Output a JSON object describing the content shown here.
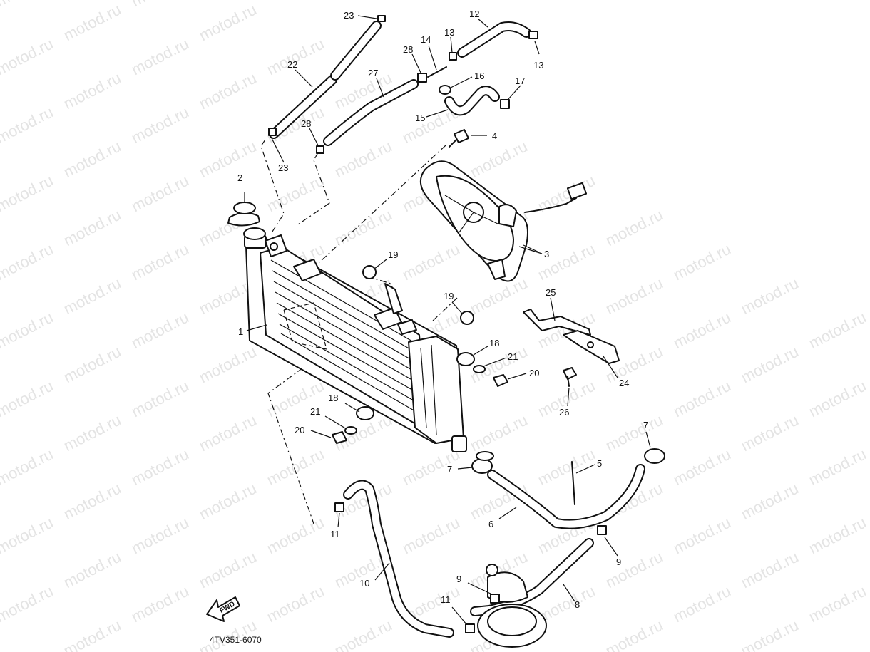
{
  "watermark": "motod.ru",
  "diagram_code": "4TV351-6070",
  "fwd_label": "FWD",
  "labels": [
    {
      "id": "n23a",
      "text": "23"
    },
    {
      "id": "n12",
      "text": "12"
    },
    {
      "id": "n13a",
      "text": "13"
    },
    {
      "id": "n14",
      "text": "14"
    },
    {
      "id": "n28a",
      "text": "28"
    },
    {
      "id": "n13b",
      "text": "13"
    },
    {
      "id": "n22",
      "text": "22"
    },
    {
      "id": "n27",
      "text": "27"
    },
    {
      "id": "n16",
      "text": "16"
    },
    {
      "id": "n17",
      "text": "17"
    },
    {
      "id": "n15",
      "text": "15"
    },
    {
      "id": "n28b",
      "text": "28"
    },
    {
      "id": "n4",
      "text": "4"
    },
    {
      "id": "n23b",
      "text": "23"
    },
    {
      "id": "n2",
      "text": "2"
    },
    {
      "id": "n3",
      "text": "3"
    },
    {
      "id": "n19a",
      "text": "19"
    },
    {
      "id": "n19b",
      "text": "19"
    },
    {
      "id": "n25",
      "text": "25"
    },
    {
      "id": "n1",
      "text": "1"
    },
    {
      "id": "n18a",
      "text": "18"
    },
    {
      "id": "n21a",
      "text": "21"
    },
    {
      "id": "n20a",
      "text": "20"
    },
    {
      "id": "n24",
      "text": "24"
    },
    {
      "id": "n18b",
      "text": "18"
    },
    {
      "id": "n21b",
      "text": "21"
    },
    {
      "id": "n26",
      "text": "26"
    },
    {
      "id": "n20b",
      "text": "20"
    },
    {
      "id": "n7a",
      "text": "7"
    },
    {
      "id": "n5",
      "text": "5"
    },
    {
      "id": "n7b",
      "text": "7"
    },
    {
      "id": "n11a",
      "text": "11"
    },
    {
      "id": "n6",
      "text": "6"
    },
    {
      "id": "n9a",
      "text": "9"
    },
    {
      "id": "n10",
      "text": "10"
    },
    {
      "id": "n9b",
      "text": "9"
    },
    {
      "id": "n8",
      "text": "8"
    },
    {
      "id": "n11b",
      "text": "11"
    }
  ]
}
